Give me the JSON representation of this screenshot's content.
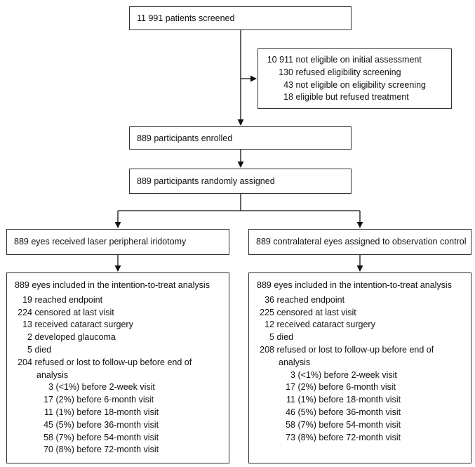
{
  "screened": "11 991 patients screened",
  "excluded": [
    {
      "n": "10 911",
      "text": "not eligible on initial assessment"
    },
    {
      "n": "130",
      "text": "refused eligibility screening"
    },
    {
      "n": "43",
      "text": "not eligible on eligibility screening"
    },
    {
      "n": "18",
      "text": "eligible but refused treatment"
    }
  ],
  "enrolled": "889 participants enrolled",
  "randomised": "889 participants randomly assigned",
  "left_arm": {
    "assigned": "889 eyes received laser peripheral iridotomy",
    "itt": "889 eyes included in the intention-to-treat analysis",
    "outcomes": [
      {
        "n": "19",
        "text": "reached endpoint"
      },
      {
        "n": "224",
        "text": "censored at last visit"
      },
      {
        "n": "13",
        "text": "received cataract surgery"
      },
      {
        "n": "2",
        "text": "developed glaucoma"
      },
      {
        "n": "5",
        "text": "died"
      },
      {
        "n": "204",
        "text": "refused or lost to follow-up before  end of"
      }
    ],
    "analysis_word": "analysis",
    "losses": [
      {
        "n": "3",
        "text": "(<1%) before 2-week visit"
      },
      {
        "n": "17",
        "text": "(2%) before 6-month visit"
      },
      {
        "n": "11",
        "text": "(1%) before 18-month visit"
      },
      {
        "n": "45",
        "text": "(5%) before 36-month visit"
      },
      {
        "n": "58",
        "text": "(7%) before 54-month visit"
      },
      {
        "n": "70",
        "text": "(8%) before 72-month visit"
      }
    ]
  },
  "right_arm": {
    "assigned": "889 contralateral eyes assigned to observation control",
    "itt": "889 eyes included in the intention-to-treat analysis",
    "outcomes": [
      {
        "n": "36",
        "text": "reached endpoint"
      },
      {
        "n": "225",
        "text": "censored at last visit"
      },
      {
        "n": "12",
        "text": "received cataract surgery"
      },
      {
        "n": "5",
        "text": "died"
      },
      {
        "n": "208",
        "text": "refused or lost to follow-up before end of"
      }
    ],
    "analysis_word": "analysis",
    "losses": [
      {
        "n": "3",
        "text": "(<1%) before 2-week visit"
      },
      {
        "n": "17",
        "text": "(2%) before 6-month visit"
      },
      {
        "n": "11",
        "text": "(1%) before 18-month visit"
      },
      {
        "n": "46",
        "text": "(5%) before 36-month visit"
      },
      {
        "n": "58",
        "text": "(7%) before 54-month visit"
      },
      {
        "n": "73",
        "text": "(8%) before 72-month visit"
      }
    ]
  }
}
